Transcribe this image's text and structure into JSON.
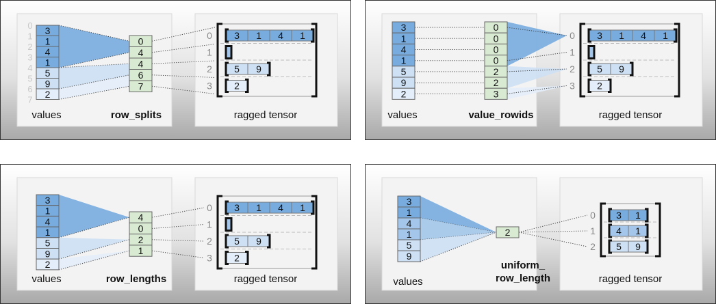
{
  "colors": {
    "row_fills": [
      "#78acdf",
      "#a3c6ea",
      "#cde0f4",
      "#e4eefa"
    ],
    "aux_fill": "#d9ead3",
    "index_text": "#c8c8c8",
    "row_label_text": "#888888"
  },
  "panels": [
    {
      "kind": "row_splits",
      "values": [
        3,
        1,
        4,
        1,
        5,
        9,
        2
      ],
      "value_rows": [
        0,
        0,
        0,
        0,
        2,
        2,
        3
      ],
      "indices": [
        "0",
        "1",
        "2",
        "3",
        "4",
        "5",
        "6",
        "7"
      ],
      "values_label": "values",
      "aux_label": [
        "row_splits"
      ],
      "aux_values": [
        0,
        4,
        4,
        6,
        7
      ],
      "tensor_label": "ragged tensor",
      "row_labels": [
        "0",
        "1",
        "2",
        "3"
      ],
      "rows": [
        [
          3,
          1,
          4,
          1
        ],
        [],
        [
          5,
          9
        ],
        [
          2
        ]
      ]
    },
    {
      "kind": "value_rowids",
      "values": [
        3,
        1,
        4,
        1,
        5,
        9,
        2
      ],
      "value_rows": [
        0,
        0,
        0,
        0,
        2,
        2,
        3
      ],
      "values_label": "values",
      "aux_label": [
        "value_rowids"
      ],
      "aux_values": [
        0,
        0,
        0,
        0,
        2,
        2,
        3
      ],
      "tensor_label": "ragged tensor",
      "row_labels": [
        "0",
        "1",
        "2",
        "3"
      ],
      "rows": [
        [
          3,
          1,
          4,
          1
        ],
        [],
        [
          5,
          9
        ],
        [
          2
        ]
      ]
    },
    {
      "kind": "row_lengths",
      "values": [
        3,
        1,
        4,
        1,
        5,
        9,
        2
      ],
      "value_rows": [
        0,
        0,
        0,
        0,
        2,
        2,
        3
      ],
      "values_label": "values",
      "aux_label": [
        "row_lengths"
      ],
      "aux_values": [
        4,
        0,
        2,
        1
      ],
      "tensor_label": "ragged tensor",
      "row_labels": [
        "0",
        "1",
        "2",
        "3"
      ],
      "rows": [
        [
          3,
          1,
          4,
          1
        ],
        [],
        [
          5,
          9
        ],
        [
          2
        ]
      ]
    },
    {
      "kind": "uniform_row_length",
      "values": [
        3,
        1,
        4,
        1,
        5,
        9
      ],
      "value_rows": [
        0,
        0,
        1,
        1,
        2,
        2
      ],
      "values_label": "values",
      "aux_label": [
        "uniform_",
        "row_length"
      ],
      "aux_values": [
        2
      ],
      "tensor_label": "ragged tensor",
      "row_labels": [
        "0",
        "1",
        "2"
      ],
      "rows": [
        [
          3,
          1
        ],
        [
          4,
          1
        ],
        [
          5,
          9
        ]
      ]
    }
  ]
}
